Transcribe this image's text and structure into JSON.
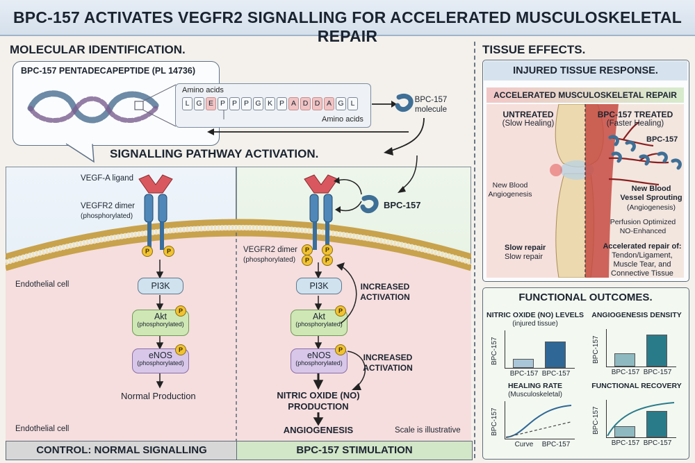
{
  "header": {
    "title": "BPC-157 ACTIVATES VEGFR2 SIGNALLING FOR ACCELERATED MUSCULOSKELETAL REPAIR"
  },
  "molecular": {
    "section_title": "MOLECULAR IDENTIFICATION.",
    "bubble_title": "BPC-157 PENTADECAPEPTIDE (PL 14736)",
    "amino_label_top": "Amino acids",
    "amino_label_bottom": "Amino acids",
    "sequence": [
      "L",
      "G",
      "E",
      "P",
      "P",
      "P",
      "G",
      "K",
      "P",
      "A",
      "D",
      "D",
      "A",
      "G",
      "L"
    ],
    "highlight": [
      false,
      false,
      true,
      false,
      false,
      false,
      false,
      false,
      false,
      true,
      true,
      true,
      true,
      false,
      false
    ],
    "molecule_label_1": "BPC-157",
    "molecule_label_2": "molecule"
  },
  "pathway": {
    "title": "SIGNALLING PATHWAY ACTIVATION.",
    "control": {
      "ligand": "VEGF-A ligand",
      "receptor": "VEGFR2 dimer",
      "receptor_sub": "(phosphorylated)",
      "cell_label_top": "Endothelial cell",
      "cell_label_bottom": "Endothelial cell",
      "pi3k": "PI3K",
      "akt": "Akt",
      "akt_sub": "(phosphorylated)",
      "enos": "eNOS",
      "enos_sub": "(phosphorylated)",
      "output": "Normal Production",
      "footer": "CONTROL: NORMAL SIGNALLING"
    },
    "stimulated": {
      "bpc_label": "BPC-157",
      "receptor": "VEGFR2 dimer",
      "receptor_sub": "(phosphorylated)",
      "pi3k": "PI3K",
      "akt": "Akt",
      "akt_sub": "(phosphorylated)",
      "enos": "eNOS",
      "enos_sub": "(phosphorylated)",
      "increased_1a": "INCREASED",
      "increased_1b": "ACTIVATION",
      "increased_2a": "INCREASED",
      "increased_2b": "ACTIVATION",
      "no_1": "NITRIC OXIDE (NO)",
      "no_2": "PRODUCTION",
      "angio": "ANGIOGENESIS",
      "scale_note": "Scale is illustrative",
      "footer": "BPC-157 STIMULATION"
    },
    "p": "P"
  },
  "tissue": {
    "section_title": "TISSUE EFFECTS.",
    "response_title": "INJURED TISSUE RESPONSE.",
    "repair_banner": "ACCELERATED MUSCULOSKELETAL REPAIR",
    "untreated": "UNTREATED",
    "untreated_sub": "(Slow Healing)",
    "treated": "BPC-157 TREATED",
    "treated_sub": "(Faster Healing)",
    "bpc_label": "BPC-157",
    "new_blood_1": "New Blood",
    "new_blood_2": "Angiogenesis",
    "vessel_1": "New Blood",
    "vessel_2": "Vessel Sprouting",
    "vessel_3": "(Angiogenesis)",
    "perfusion_1": "Perfusion Optimized",
    "perfusion_2": "NO-Enhanced",
    "slow_1": "Slow repair",
    "slow_2": "Slow repair",
    "accel_1": "Accelerated repair of:",
    "accel_2": "Tendon/Ligament,",
    "accel_3": "Muscle Tear, and",
    "accel_4": "Connective Tissue"
  },
  "outcomes": {
    "title": "FUNCTIONAL OUTCOMES.",
    "colors": {
      "light": "#a9c6d8",
      "dark": "#2f6796",
      "teal_light": "#8fb9c0",
      "teal_dark": "#2a7b8a"
    }
  },
  "chart_data": [
    {
      "type": "bar",
      "title": "NITRIC OXIDE (NO) LEVELS",
      "subtitle": "(injured tissue)",
      "ylabel": "BPC-157",
      "categories": [
        "BPC-157",
        "BPC-157"
      ],
      "values": [
        25,
        70
      ],
      "ylim": [
        0,
        100
      ]
    },
    {
      "type": "bar",
      "title": "ANGIOGENESIS DENSITY",
      "ylabel": "BPC-157",
      "categories": [
        "BPC-157",
        "BPC-157"
      ],
      "values": [
        35,
        85
      ],
      "ylim": [
        0,
        100
      ]
    },
    {
      "type": "line",
      "title": "HEALING RATE",
      "subtitle": "(Musculoskeletal)",
      "ylabel": "BPC-157",
      "categories": [
        "Curve",
        "BPC-157"
      ]
    },
    {
      "type": "bar",
      "title": "FUNCTIONAL RECOVERY",
      "ylabel": "BPC-157",
      "categories": [
        "BPC-157",
        "BPC-157"
      ],
      "values": [
        30,
        70
      ],
      "ylim": [
        0,
        100
      ]
    }
  ]
}
